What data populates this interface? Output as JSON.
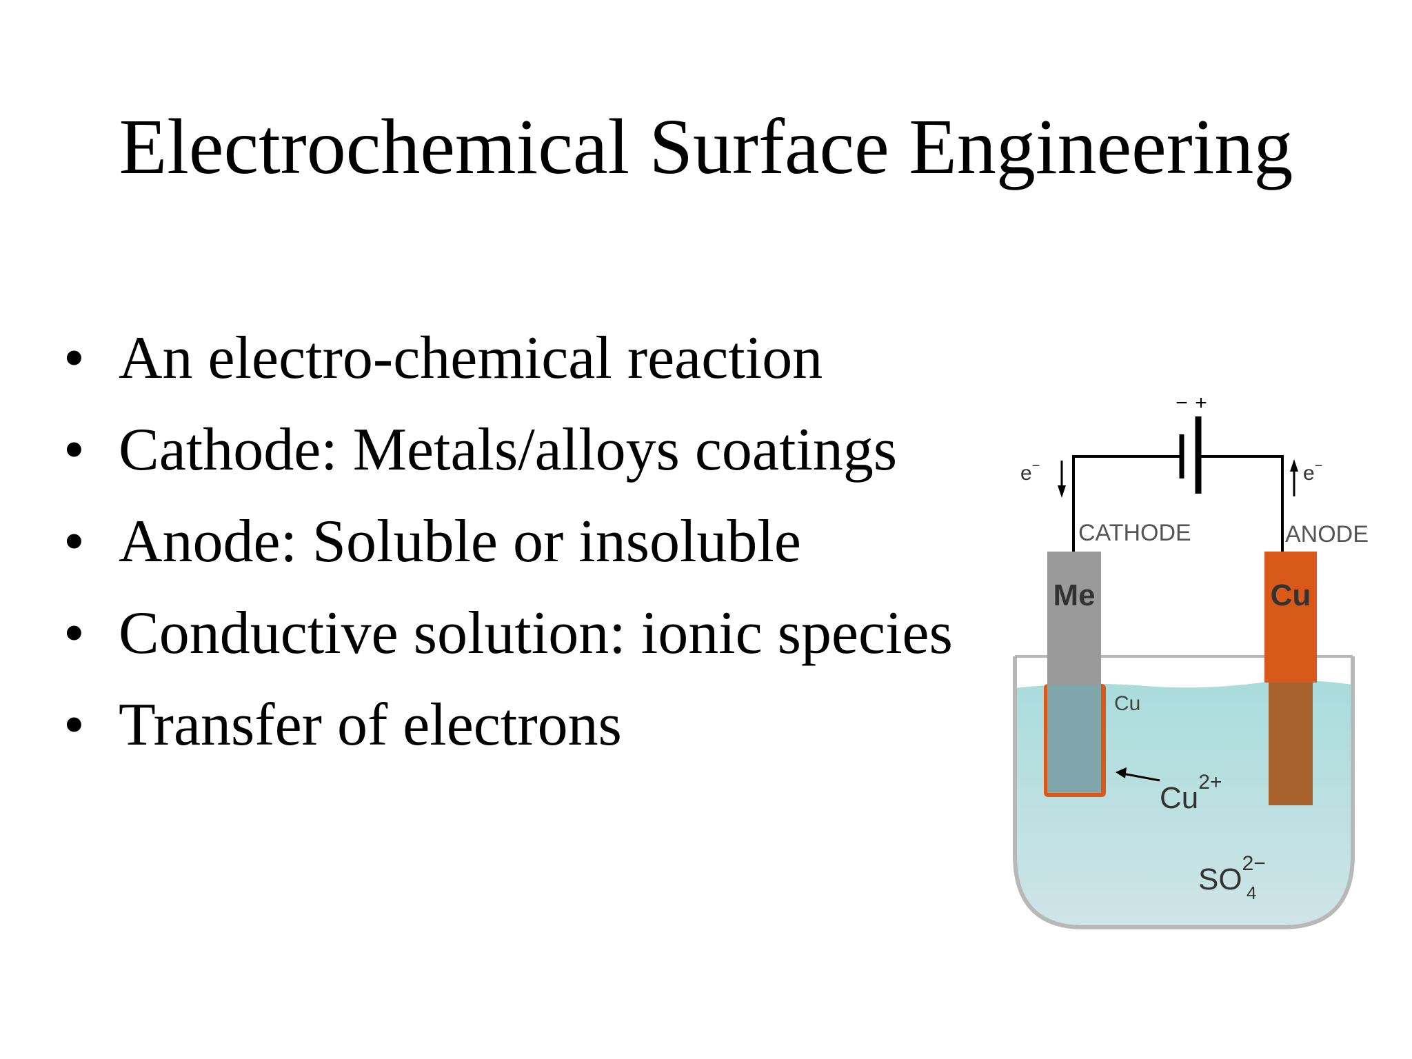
{
  "slide": {
    "title": "Electrochemical Surface Engineering",
    "bullets": [
      "An electro-chemical reaction",
      "Cathode: Metals/alloys coatings",
      "Anode: Soluble or insoluble",
      "Conductive solution: ionic species",
      "Transfer of electrons"
    ]
  },
  "diagram": {
    "battery_minus": "−",
    "battery_plus": "+",
    "electron_left": "e",
    "electron_right": "e",
    "electron_charge": "−",
    "cathode_label": "CATHODE",
    "anode_label": "ANODE",
    "cathode_metal": "Me",
    "anode_metal": "Cu",
    "deposit_label": "Cu",
    "cation_symbol": "Cu",
    "cation_charge": "2+",
    "anion_symbol": "SO",
    "anion_subscript": "4",
    "anion_charge": "2−",
    "colors": {
      "solution": "#a9dcdc",
      "solution_bottom": "#cfe4e6",
      "cathode_metal": "#9a9a9a",
      "anode_copper": "#d9591a",
      "anode_submerged": "#a8622e",
      "copper_deposit": "#d9591a",
      "beaker": "#b8b8b8",
      "wire": "#000000"
    }
  }
}
